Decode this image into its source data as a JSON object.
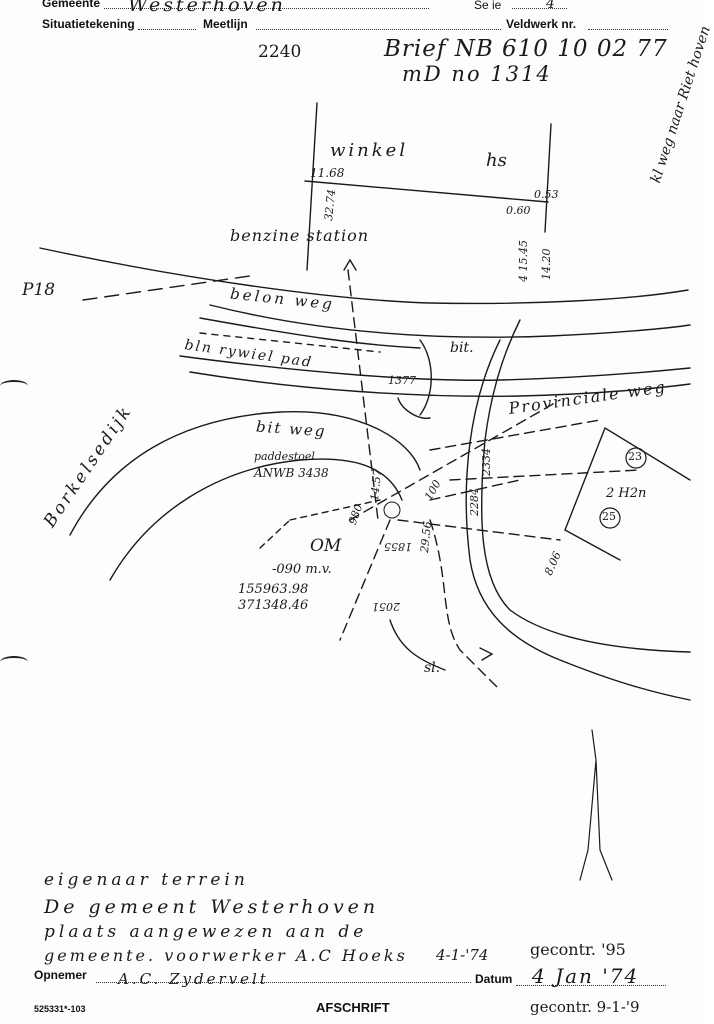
{
  "form": {
    "gemeente_label": "Gemeente",
    "gemeente_value": "Westerhoven",
    "serie_label": "Se ie",
    "serie_value": "4",
    "situatie_label": "Situatietekening",
    "meetlijn_label": "Meetlijn",
    "veldwerk_label": "Veldwerk nr."
  },
  "header_notes": {
    "number": "2240",
    "brief": "Brief NB 610 10 02 77",
    "md": "mD no 1314"
  },
  "labels": {
    "winkel": "winkel",
    "hs": "hs",
    "benzinestation": "benzine station",
    "belonweg": "belon weg",
    "blnrywielpad": "bln rywiel pad",
    "bit1": "bit.",
    "provincialeweg": "Provinciale weg",
    "bitweg": "bit weg",
    "paddestoel": "paddestoel",
    "anwb": "ANWB 3438",
    "borkelsedijk": "Borkelsedijk",
    "om": "OM",
    "mv": "-090 m.v.",
    "coord1": "155963.98",
    "coord2": "371348.46",
    "klweg": "kl weg naar Riet hoven",
    "sl": "sl.",
    "p18": "P18",
    "twoh2n": "2 H2n"
  },
  "measurements": {
    "m1168": "11.68",
    "m3274": "32.74",
    "m060": "0.60",
    "m053": "0.53",
    "m1545": "4 15.45",
    "m1420": "14.20",
    "m1377": "1377",
    "m2334": "2334",
    "m2284": "2284",
    "m1457": "14.57",
    "m100": "100",
    "m980": "980",
    "m1855": "1855",
    "m2956": "29.56",
    "m2051": "2051",
    "m806": "8.06",
    "c23": "23",
    "c25": "25"
  },
  "footer": {
    "line1": "eigenaar terrein",
    "line2": "De gemeent Westerhoven",
    "line3": "plaats aangewezen aan de",
    "line4": "gemeente. voorwerker A.C Hoeks",
    "date_written": "4-1-'74",
    "gecontr1": "gecontr. '95",
    "opnemer_label": "Opnemer",
    "opnemer_value": "A.C. Zydervelt",
    "datum_label": "Datum",
    "datum_value": "4 Jan '74",
    "form_code": "525331*-103",
    "afschrift": "AFSCHRIFT",
    "gecontr2": "gecontr. 9-1-'9"
  }
}
